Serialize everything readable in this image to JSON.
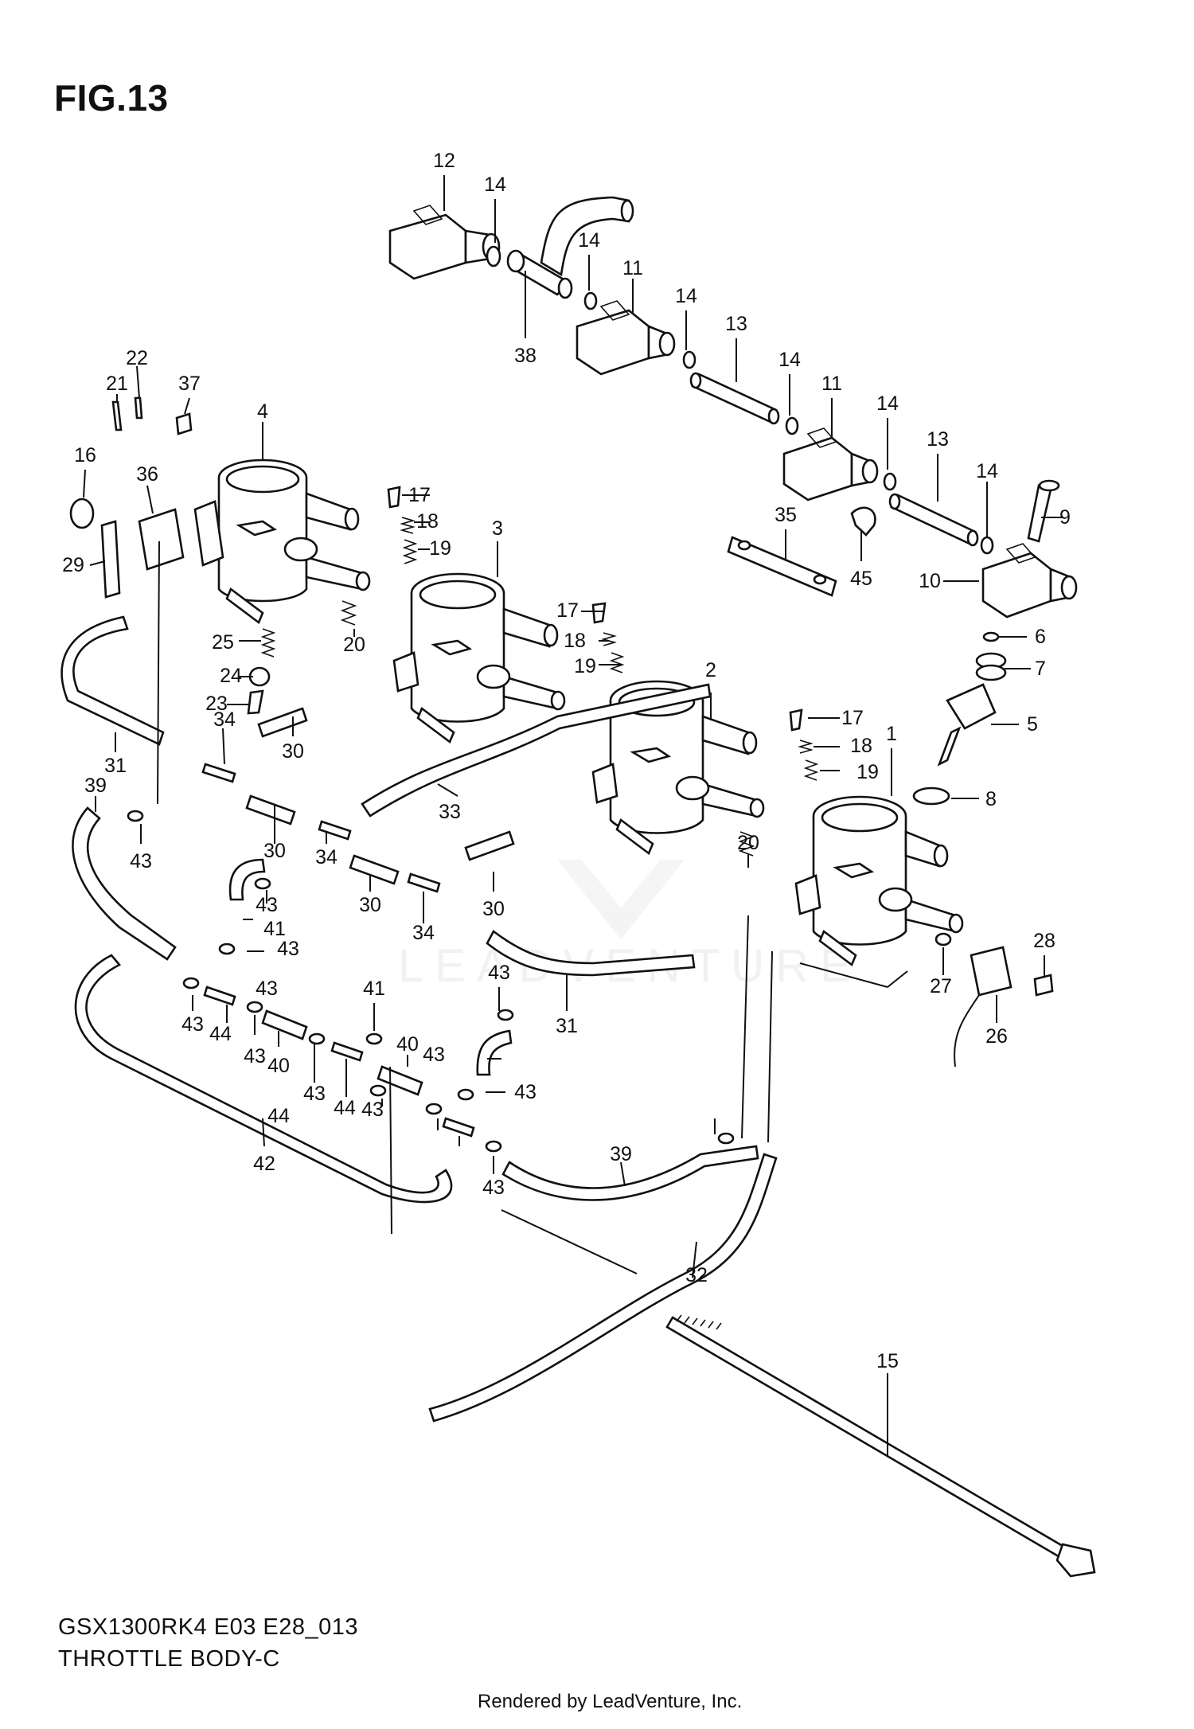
{
  "figure": {
    "title": "FIG.13"
  },
  "caption": {
    "model": "GSX1300RK4 E03 E28_013",
    "name": "THROTTLE BODY-C"
  },
  "footer": "Rendered by LeadVenture, Inc.",
  "watermark": "LEADVENTURE",
  "callouts": [
    {
      "label": "12"
    },
    {
      "label": "14"
    },
    {
      "label": "14"
    },
    {
      "label": "11"
    },
    {
      "label": "38"
    },
    {
      "label": "14"
    },
    {
      "label": "13"
    },
    {
      "label": "14"
    },
    {
      "label": "11"
    },
    {
      "label": "14"
    },
    {
      "label": "13"
    },
    {
      "label": "14"
    },
    {
      "label": "9"
    },
    {
      "label": "10"
    },
    {
      "label": "45"
    },
    {
      "label": "35"
    },
    {
      "label": "22"
    },
    {
      "label": "21"
    },
    {
      "label": "37"
    },
    {
      "label": "4"
    },
    {
      "label": "16"
    },
    {
      "label": "36"
    },
    {
      "label": "29"
    },
    {
      "label": "17"
    },
    {
      "label": "18"
    },
    {
      "label": "19"
    },
    {
      "label": "3"
    },
    {
      "label": "25"
    },
    {
      "label": "20"
    },
    {
      "label": "24"
    },
    {
      "label": "23"
    },
    {
      "label": "17"
    },
    {
      "label": "18"
    },
    {
      "label": "19"
    },
    {
      "label": "6"
    },
    {
      "label": "7"
    },
    {
      "label": "2"
    },
    {
      "label": "5"
    },
    {
      "label": "17"
    },
    {
      "label": "18"
    },
    {
      "label": "19"
    },
    {
      "label": "1"
    },
    {
      "label": "8"
    },
    {
      "label": "34"
    },
    {
      "label": "31"
    },
    {
      "label": "30"
    },
    {
      "label": "33"
    },
    {
      "label": "39"
    },
    {
      "label": "43"
    },
    {
      "label": "30"
    },
    {
      "label": "34"
    },
    {
      "label": "43"
    },
    {
      "label": "41"
    },
    {
      "label": "43"
    },
    {
      "label": "30"
    },
    {
      "label": "34"
    },
    {
      "label": "30"
    },
    {
      "label": "20"
    },
    {
      "label": "28"
    },
    {
      "label": "27"
    },
    {
      "label": "26"
    },
    {
      "label": "31"
    },
    {
      "label": "43"
    },
    {
      "label": "43"
    },
    {
      "label": "44"
    },
    {
      "label": "43"
    },
    {
      "label": "40"
    },
    {
      "label": "43"
    },
    {
      "label": "44"
    },
    {
      "label": "40"
    },
    {
      "label": "43"
    },
    {
      "label": "41"
    },
    {
      "label": "43"
    },
    {
      "label": "43"
    },
    {
      "label": "43"
    },
    {
      "label": "44"
    },
    {
      "label": "43"
    },
    {
      "label": "39"
    },
    {
      "label": "42"
    },
    {
      "label": "32"
    },
    {
      "label": "15"
    }
  ]
}
